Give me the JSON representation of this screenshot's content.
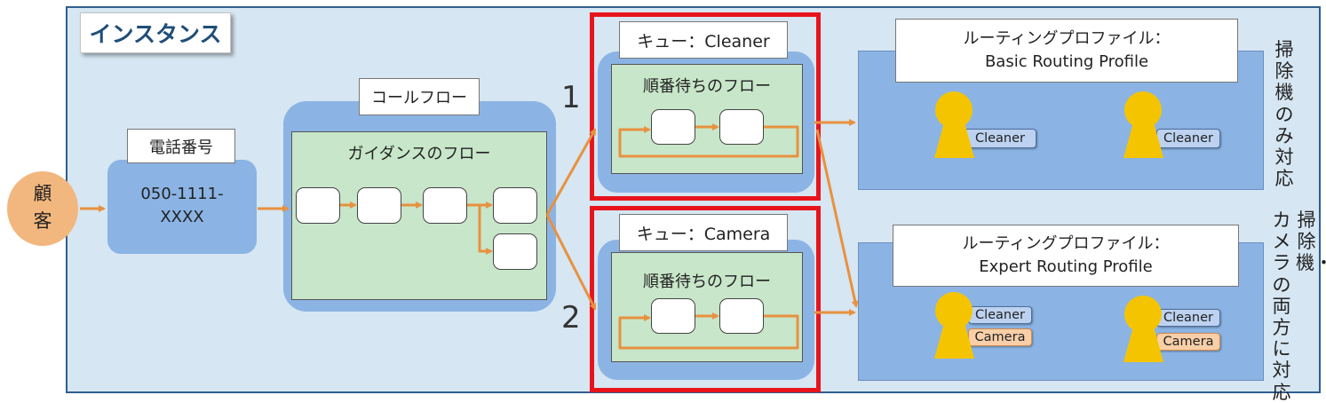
{
  "instance": {
    "label": "インスタンス"
  },
  "customer": {
    "line1": "顧",
    "line2": "客"
  },
  "phone": {
    "label": "電話番号",
    "line1": "050-1111-",
    "line2": "XXXX"
  },
  "contact_flow": {
    "label": "コールフロー",
    "inner_label": "ガイダンスのフロー"
  },
  "queues": [
    {
      "label": "キュー：Cleaner",
      "flow_label": "順番待ちのフロー",
      "number": "1"
    },
    {
      "label": "キュー：Camera",
      "flow_label": "順番待ちのフロー",
      "number": "2"
    }
  ],
  "routing_profiles": [
    {
      "title_line1": "ルーティングプロファイル：",
      "title_line2": "Basic Routing Profile",
      "side_note": "掃除機のみ対応",
      "agents": [
        {
          "skills": [
            "Cleaner"
          ]
        },
        {
          "skills": [
            "Cleaner"
          ]
        }
      ]
    },
    {
      "title_line1": "ルーティングプロファイル：",
      "title_line2": "Expert Routing Profile",
      "side_note_col1": "掃除機・",
      "side_note_col2": "カメラの両方に対応",
      "agents": [
        {
          "skills": [
            "Cleaner",
            "Camera"
          ]
        },
        {
          "skills": [
            "Cleaner",
            "Camera"
          ]
        }
      ]
    }
  ],
  "colors": {
    "arrow": "#e8913f",
    "highlight": "#e8141c",
    "agent": "#f5c400",
    "panel": "#8bb4e4",
    "flow": "#c8e6c9"
  }
}
